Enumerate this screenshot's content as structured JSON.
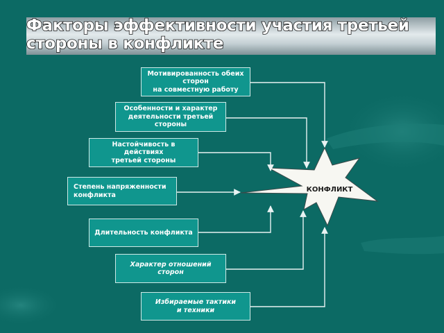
{
  "title": "Факторы эффективности участия третьей стороны в конфликте",
  "colors": {
    "background": "#0c6a64",
    "box_fill": "#10968e",
    "box_border": "#cfe9e6",
    "arrow": "#e8f2f2",
    "star_fill": "#f7f7f2"
  },
  "factors": [
    "Мотивированность обеих\nсторон\nна совместную работу",
    "Особенности и характер\nдеятельности третьей\nстороны",
    "Настойчивость в\nдействиях\nтретьей стороны",
    "Степень напряженности\nконфликта",
    "Длительность конфликта",
    "Характер отношений\nсторон",
    "Избираемые тактики\nи техники"
  ],
  "center": {
    "label": "КОНФЛИКТ",
    "shape": "starburst"
  }
}
